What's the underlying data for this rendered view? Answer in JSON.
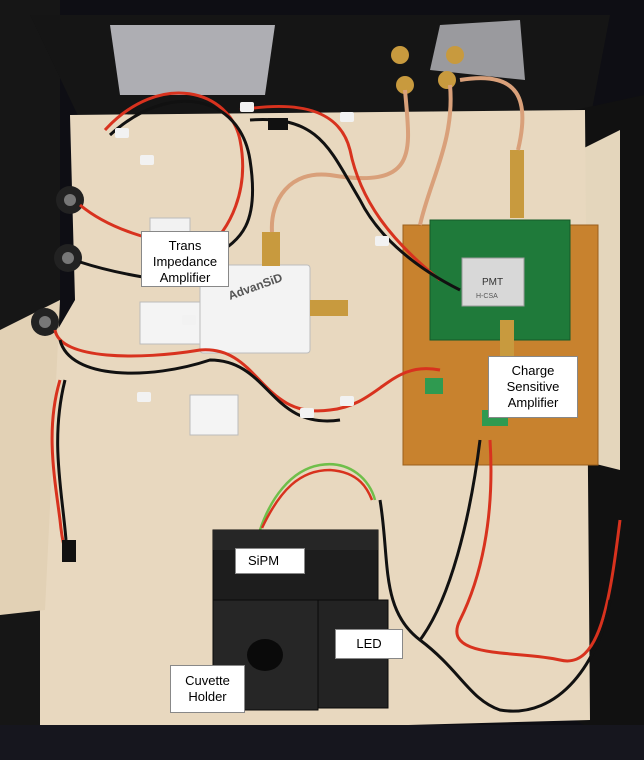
{
  "labels": {
    "tia": "Trans\nImpedance\nAmplifier",
    "csa": "Charge\nSensitive\nAmplifier",
    "sipm": "SiPM",
    "led": "LED",
    "cuvette": "Cuvette\nHolder"
  },
  "board_text": {
    "advansid": "AdvanSiD",
    "pmt_chip": "PMT",
    "pmt_chip_sub": "H-CSA"
  },
  "colors": {
    "enclosure": "#121212",
    "wood_panel": "#e8d8bf",
    "pcb_green": "#1f7a3a",
    "perfboard": "#c8822e",
    "wire_red": "#d8321e",
    "wire_black": "#111111",
    "coax": "#d9a07a"
  }
}
